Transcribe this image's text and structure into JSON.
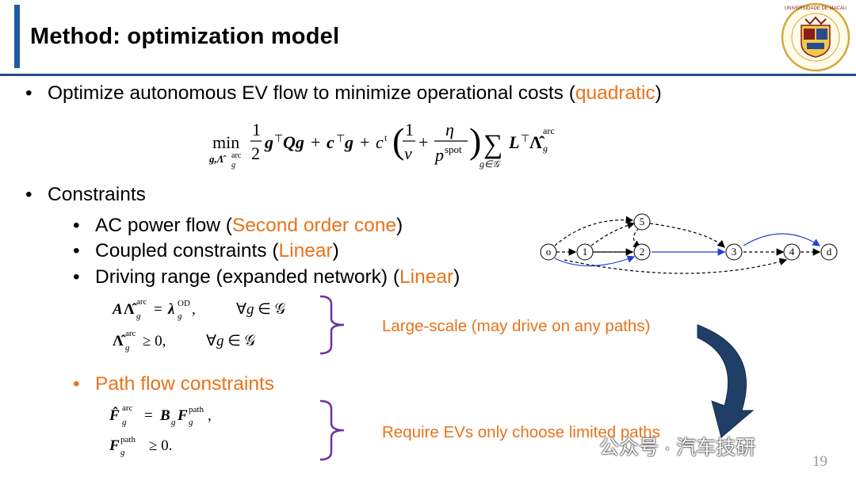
{
  "slide": {
    "title": "Method: optimization model",
    "page_number": "19",
    "logo_text": "UNIVERSIDADE DE MACAU"
  },
  "bullets": {
    "b1_text": "Optimize autonomous EV flow to minimize operational costs (",
    "b1_highlight": "quadratic",
    "b1_close": ")",
    "b2_text": "Constraints",
    "sub1_text": "AC power flow (",
    "sub1_highlight": "Second order cone",
    "sub1_close": ")",
    "sub2_text": "Coupled constraints (",
    "sub2_highlight": "Linear",
    "sub2_close": ")",
    "sub3_text": "Driving range (expanded network) (",
    "sub3_highlight": "Linear",
    "sub3_close": ")",
    "path_flow": "Path flow constraints"
  },
  "notes": {
    "large_scale": "Large-scale (may drive on any paths)",
    "require": "Require EVs only choose limited paths"
  },
  "network": {
    "nodes": [
      "o",
      "1",
      "2",
      "3",
      "4",
      "d",
      "5"
    ]
  },
  "colors": {
    "accent": "#e8731a",
    "title_bar": "#1f5aa6",
    "brace": "#7030a0",
    "arrow": "#1f3f66",
    "edge_blue": "#1f3fd9"
  },
  "watermark": "公众号 · 汽车技研"
}
